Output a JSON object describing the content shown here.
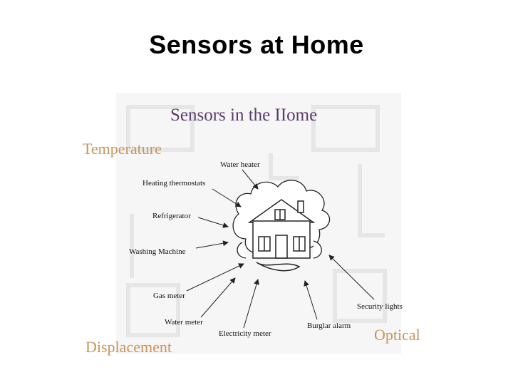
{
  "slide": {
    "title": "Sensors at Home"
  },
  "figure": {
    "title": "Sensors in the IIome",
    "categories": {
      "temperature": "Temperature",
      "displacement": "Displacement",
      "optical": "Optical"
    },
    "sensors": {
      "water_heater": "Water heater",
      "heating_thermostats": "Heating thermostats",
      "refrigerator": "Refrigerator",
      "washing_machine": "Washing Machine",
      "gas_meter": "Gas meter",
      "water_meter": "Water meter",
      "electricity_meter": "Electricity meter",
      "burglar_alarm": "Burglar alarm",
      "security_lights": "Security lights"
    },
    "colors": {
      "title": "#5b3b6e",
      "category": "#c9945a",
      "background": "#f6f6f6"
    }
  }
}
